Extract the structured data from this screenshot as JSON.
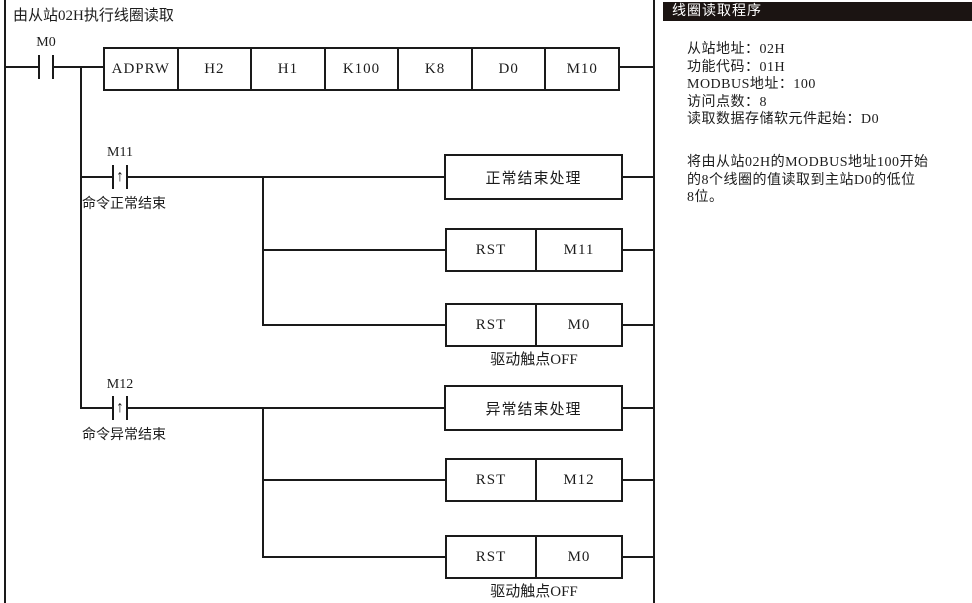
{
  "diagram": {
    "comment": "由从站02H执行线圈读取",
    "symbols": {
      "rising_edge_arrow": "↑"
    },
    "contacts": {
      "m0": {
        "label": "M0"
      },
      "m11": {
        "label": "M11",
        "caption": "命令正常结束"
      },
      "m12": {
        "label": "M12",
        "caption": "命令异常结束"
      }
    },
    "instruction": {
      "cells": [
        "ADPRW",
        "H2",
        "H1",
        "K100",
        "K8",
        "D0",
        "M10"
      ]
    },
    "call_blocks": {
      "normal": "正常结束处理",
      "abnormal": "异常结束处理"
    },
    "rst_rows": [
      {
        "op": "RST",
        "operand": "M11"
      },
      {
        "op": "RST",
        "operand": "M0",
        "caption": "驱动触点OFF"
      },
      {
        "op": "RST",
        "operand": "M12"
      },
      {
        "op": "RST",
        "operand": "M0",
        "caption": "驱动触点OFF"
      }
    ]
  },
  "panel": {
    "title": "线圈读取程序",
    "info_lines": [
      "从站地址：02H",
      "功能代码：01H",
      "MODBUS地址：100",
      "访问点数：8",
      "读取数据存储软元件起始：D0"
    ],
    "description_lines": [
      "将由从站02H的MODBUS地址100开始",
      "的8个线圈的值读取到主站D0的低位",
      "8位。"
    ]
  },
  "colors": {
    "line": "#1a1a1a",
    "header_bg": "#1b1412",
    "header_text": "#ffffff"
  }
}
